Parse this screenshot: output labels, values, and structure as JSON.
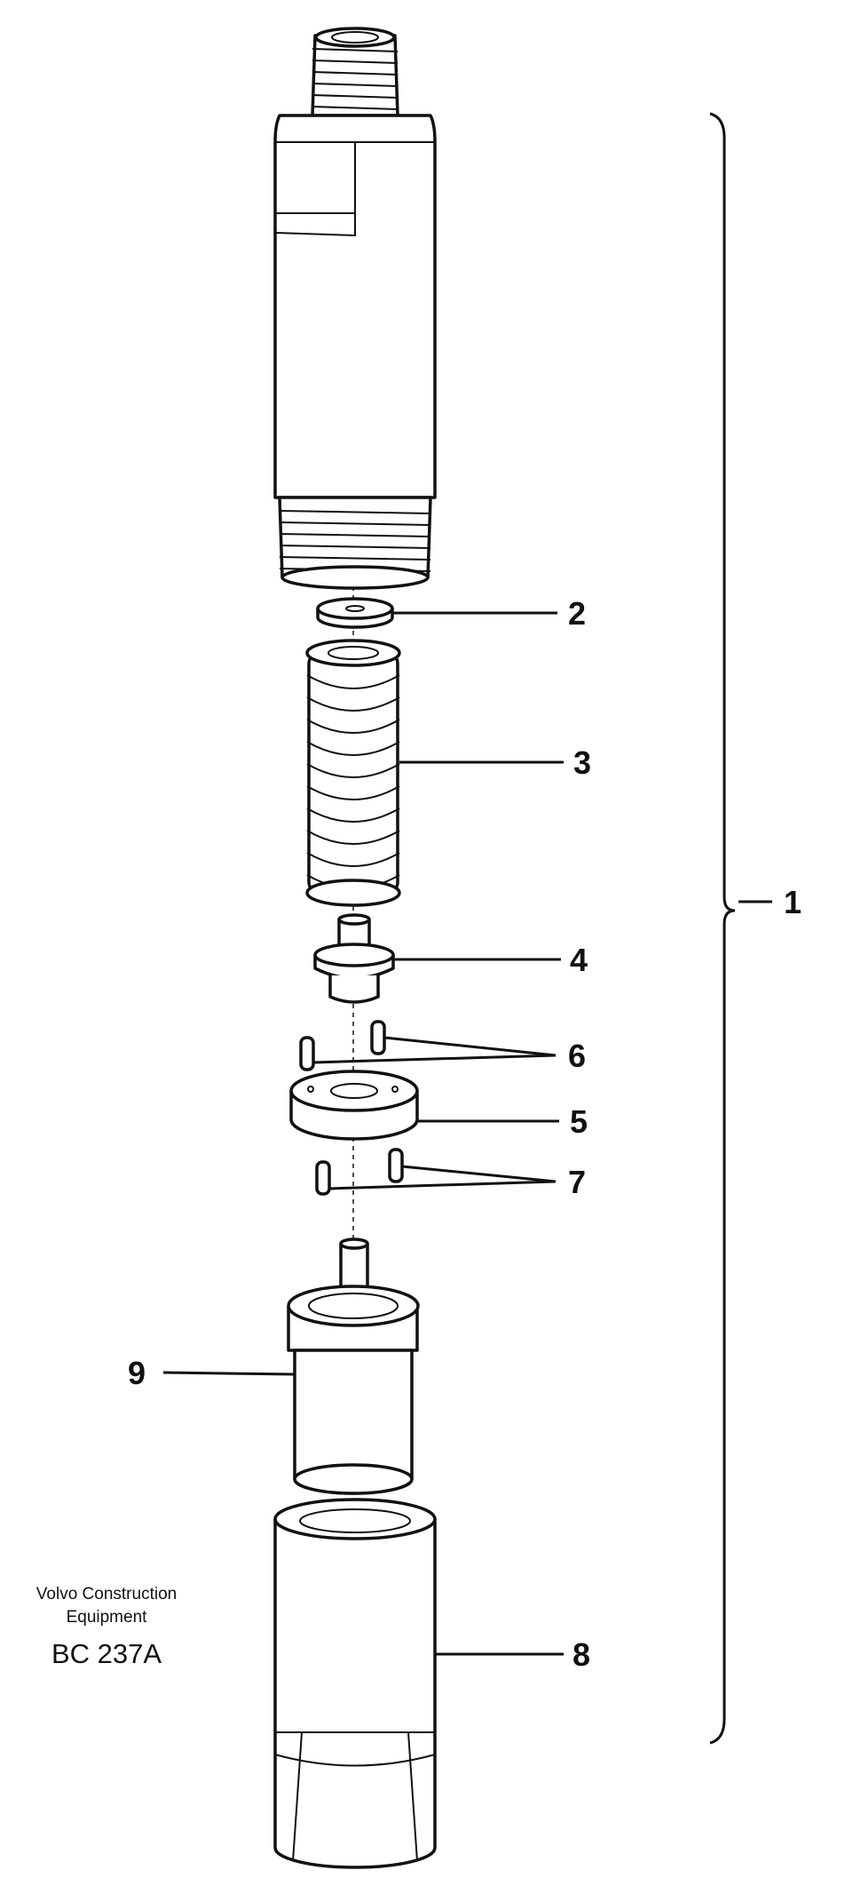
{
  "callouts": {
    "assembly": "1",
    "washer": "2",
    "spring": "3",
    "spindle": "4",
    "spacer": "5",
    "upper_pins": "6",
    "lower_pins": "7",
    "nozzle_nut": "8",
    "nozzle": "9"
  },
  "brand": {
    "line1": "Volvo Construction",
    "line2": "Equipment",
    "code": "BC 237A"
  }
}
